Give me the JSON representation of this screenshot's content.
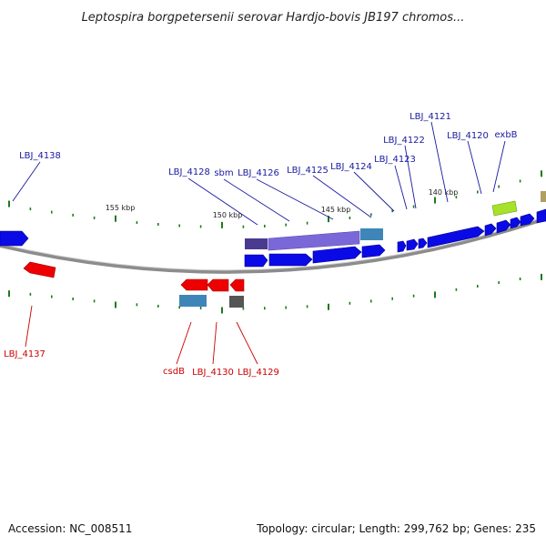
{
  "title": "Leptospira borgpetersenii serovar Hardjo-bovis JB197 chromos...",
  "footer": {
    "accession": "Accession: NC_008511",
    "stats": "Topology: circular; Length: 299,762 bp; Genes: 235"
  },
  "colors": {
    "plus_label": "#1a1aa0",
    "minus_label": "#cc0000",
    "gene_blue": "#0a0ae6",
    "gene_red": "#ee0000",
    "gene_purple": "#7b68d8",
    "gene_darkpurple": "#4a3a90",
    "gene_steel": "#3e86b8",
    "gene_green": "#a6e22a",
    "gene_gray": "#555555",
    "backbone": "#8c8c8c",
    "tick": "#1e7a1e"
  },
  "scale_labels": [
    "155 kbp",
    "150 kbp",
    "145 kbp",
    "140 kbp"
  ],
  "gene_labels_plus": [
    "LBJ_4138",
    "LBJ_4128",
    "sbm",
    "LBJ_4126",
    "LBJ_4125",
    "LBJ_4124",
    "LBJ_4123",
    "LBJ_4122",
    "LBJ_4121",
    "LBJ_4120",
    "exbB"
  ],
  "gene_labels_minus": [
    "LBJ_4137",
    "csdB",
    "LBJ_4130",
    "LBJ_4129"
  ]
}
